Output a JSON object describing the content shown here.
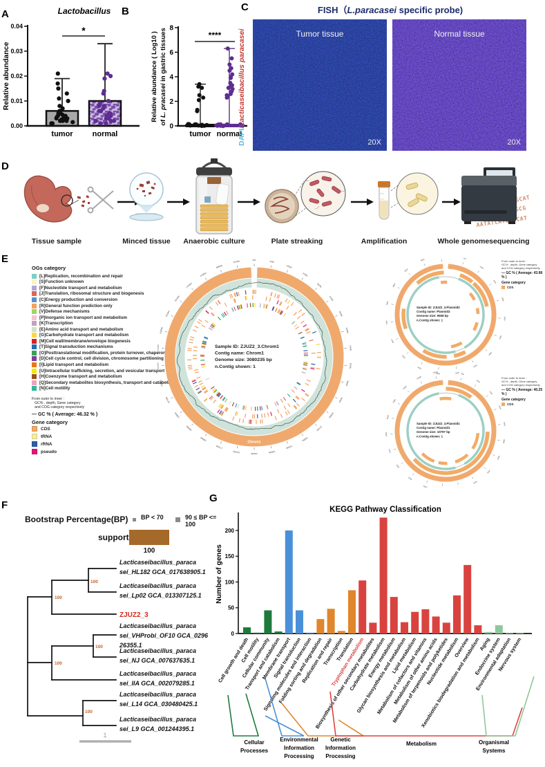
{
  "panel_a": {
    "label": "A"
  },
  "panel_b": {
    "label": "B"
  },
  "panel_c": {
    "label": "C",
    "title_prefix": "FISH（",
    "title_italic": "L.paracasei",
    "title_suffix": " specific probe)",
    "side_label_blue": "DAPI/",
    "side_label_red": "Lacticaseibacillus paracasei",
    "images": [
      {
        "caption": "Tumor tissue",
        "magnification": "20X"
      },
      {
        "caption": "Normal tissue",
        "magnification": "20X"
      }
    ]
  },
  "panel_d": {
    "label": "D",
    "steps": [
      "Tissue sample",
      "Minced tissue",
      "Anaerobic culture",
      "Plate streaking",
      "Amplification",
      "Whole genomesequencing"
    ],
    "dna_lines": [
      "ATATCATGCGCAT",
      "CAAATATCATGCG",
      "AATATCATGCGCAT"
    ]
  },
  "panel_e": {
    "label": "E",
    "cog_legend_title": "OGs category",
    "cog_items": [
      {
        "text": "[L]Replication, recombination and repair",
        "color": "#7ecfc4"
      },
      {
        "text": "[S]Function unknown",
        "color": "#f7f5c0"
      },
      {
        "text": "[F]Nucleotide transport and metabolism",
        "color": "#b3a5d3"
      },
      {
        "text": "[J]Translation, ribosomal structure and biogenesis",
        "color": "#e06357"
      },
      {
        "text": "[C]Energy production and conversion",
        "color": "#5b8fc9"
      },
      {
        "text": "[R]General function prediction only",
        "color": "#f2a25c"
      },
      {
        "text": "[V]Defense mechanisms",
        "color": "#a0d468"
      },
      {
        "text": "[P]Inorganic ion transport and metabolism",
        "color": "#f4c3d7"
      },
      {
        "text": "[K]Transcription",
        "color": "#c79fc0"
      },
      {
        "text": "[E]Amino acid transport and metabolism",
        "color": "#cde6c5"
      },
      {
        "text": "[G]Carbohydrate transport and metabolism",
        "color": "#f7d84b"
      },
      {
        "text": "[M]Cell wall/membrane/envelope biogenesis",
        "color": "#e01f1f"
      },
      {
        "text": "[T]Signal transduction mechanisms",
        "color": "#2a6bb5"
      },
      {
        "text": "[O]Posttranslational modification, protein turnover, chaperones",
        "color": "#36a353"
      },
      {
        "text": "[D]Cell cycle control, cell division, chromosome partitioning",
        "color": "#7d3f9c"
      },
      {
        "text": "[I]Lipid transport and metabolism",
        "color": "#e67817"
      },
      {
        "text": "[U]Intracellular trafficking, secretion, and vesicular transport",
        "color": "#f8e512"
      },
      {
        "text": "[H]Coenzyme transport and metabolism",
        "color": "#9a5220"
      },
      {
        "text": "[Q]Secondary metabolites biosynthesis, transport and catabolism",
        "color": "#f2a0bc"
      },
      {
        "text": "[N]Cell motility",
        "color": "#2fb89d"
      }
    ],
    "ring_note_lines": [
      "From outer to inner :",
      "GC% , depth, Gene category",
      "and COG category respectively"
    ],
    "gene_category_title": "Gene category",
    "gene_categories": [
      {
        "label": "CDS",
        "color": "#f4a963"
      },
      {
        "label": "tRNA",
        "color": "#f5eda0"
      },
      {
        "label": "rRNA",
        "color": "#2a5fa8"
      },
      {
        "label": "pseudo",
        "color": "#e0187a"
      }
    ],
    "chromosome": {
      "gc_line": "GC % ( Average: 46.32 % )",
      "center_lines": [
        "Sample ID:  ZJUZ2_3.Chrom1",
        "Contig name:  Chrom1",
        "Genome size:  3080235 bp",
        "n.Contig shown:  1"
      ],
      "ring_label": "Chrom1",
      "genome_size_bp": 3080235
    },
    "plasmid2": {
      "gc_line": "GC % ( Average: 43.98 % )",
      "center_lines": [
        "Sample ID:  ZJUZ2_3.Plasmid2",
        "Contig name:  Plasmid2",
        "Genome size:  9608 bp",
        "n.Contig shown:  1"
      ],
      "genome_size_bp": 9608
    },
    "plasmid1": {
      "gc_line": "GC % ( Average: 40.25 % )",
      "center_lines": [
        "Sample ID:  ZJUZ2_3.Plasmid1",
        "Contig name:  Plasmid1",
        "Genome size:  10797 bp",
        "n.Contig shown:  1"
      ],
      "genome_size_bp": 10797
    }
  },
  "panel_f": {
    "label": "F",
    "legend_title": "Bootstrap Percentage(BP)",
    "legend_items": [
      "BP < 70",
      "90 ≤ BP <= 100"
    ],
    "support_label": "support",
    "support_value": "100",
    "support_color": "#a5692a",
    "scale_label": "1",
    "node_labels": [
      "100",
      "100",
      "100",
      "100",
      "100"
    ],
    "tips": [
      {
        "lines": [
          "Lacticaseibacillus_paraca",
          "sei_HL182 GCA_017638905.1"
        ]
      },
      {
        "lines": [
          "Lacticaseibacillus_paraca",
          "sei_Lp02 GCA_013307125.1"
        ]
      },
      {
        "lines": [
          "ZJUZ2_3"
        ],
        "highlight": true
      },
      {
        "lines": [
          "Lacticaseibacillus_paraca",
          "sei_VHProbi_OF10 GCA_0296",
          "26355.1"
        ]
      },
      {
        "lines": [
          "Lacticaseibacillus_paraca",
          "sei_NJ GCA_007637635.1"
        ]
      },
      {
        "lines": [
          "Lacticaseibacillus_paraca",
          "sei_IIA GCA_002079285.1"
        ]
      },
      {
        "lines": [
          "Lacticaseibacillus_paraca",
          "sei_L14 GCA_030480425.1"
        ]
      },
      {
        "lines": [
          "Lacticaseibacillus_paraca",
          "sei_L9 GCA_001244395.1"
        ]
      }
    ]
  },
  "panel_g": {
    "label": "G"
  },
  "chart_data": [
    {
      "id": "panel_a",
      "type": "bar-scatter",
      "title": "Lactobacillus",
      "ylabel": "Relative abundance",
      "categories": [
        "tumor",
        "normal"
      ],
      "bar_means": [
        0.006,
        0.01
      ],
      "error_top": [
        0.019,
        0.033
      ],
      "significance": "*",
      "ylim": [
        0,
        0.04
      ],
      "yticks": [
        0,
        0.01,
        0.02,
        0.03,
        0.04
      ],
      "ytick_labels": [
        "0.00",
        "0.01",
        "0.02",
        "0.03",
        "0.04"
      ],
      "bar_fills": [
        "#a9a9a9",
        "#cdbce4"
      ],
      "dot_colors": [
        "#111111",
        "#5e2d91"
      ],
      "points_tumor": [
        0.001,
        0.001,
        0.0015,
        0.002,
        0.002,
        0.002,
        0.0025,
        0.003,
        0.003,
        0.003,
        0.0035,
        0.004,
        0.004,
        0.0045,
        0.005,
        0.005,
        0.006,
        0.007,
        0.008,
        0.01,
        0.011,
        0.013,
        0.015,
        0.017,
        0.021
      ],
      "points_normal": [
        0.001,
        0.001,
        0.002,
        0.002,
        0.002,
        0.003,
        0.003,
        0.003,
        0.004,
        0.004,
        0.005,
        0.005,
        0.006,
        0.006,
        0.007,
        0.008,
        0.008,
        0.009,
        0.01,
        0.013,
        0.014,
        0.019,
        0.02,
        0.021
      ]
    },
    {
      "id": "panel_b",
      "type": "scatter",
      "ylabel_line1": "Relative abundance ( Log10 )",
      "ylabel_line2_prefix": "of ",
      "ylabel_line2_italic": "L. pracasei",
      "ylabel_line2_suffix": " in gastric tissues",
      "categories": [
        "tumor",
        "normal"
      ],
      "significance": "****",
      "ylim": [
        0,
        8
      ],
      "yticks": [
        0,
        2,
        4,
        6,
        8
      ],
      "whisker_top": [
        3.4,
        6.3
      ],
      "dot_colors": [
        "#111111",
        "#5e2d91"
      ],
      "points_tumor": [
        0,
        0,
        0,
        0,
        0,
        0,
        0,
        0,
        0,
        0,
        0,
        0,
        0,
        0,
        1.2,
        1.3,
        2.1,
        2.3,
        2.5,
        3.1,
        3.2,
        3.4
      ],
      "points_normal": [
        0,
        0,
        0,
        0,
        0,
        0,
        0,
        0,
        0,
        0,
        0,
        0,
        2.3,
        2.4,
        2.5,
        2.6,
        2.8,
        3.0,
        3.1,
        3.1,
        3.2,
        3.3,
        3.5,
        3.9,
        4.0,
        4.2,
        4.5,
        4.7,
        5.0,
        5.5,
        6.3
      ]
    },
    {
      "id": "panel_g",
      "type": "bar",
      "title": "KEGG Pathway Classification",
      "ylabel": "Number of genes",
      "ylim": [
        0,
        230
      ],
      "yticks": [
        0,
        50,
        100,
        150,
        200
      ],
      "categories": [
        "Cell growth and death",
        "Cell motility",
        "Cellular community",
        "Transport and catabolism",
        "Membrane transport",
        "Signal transduction",
        "Signaling molecules and interaction",
        "Folding sorting and degradation",
        "Replication and repair",
        "Transcription",
        "Translation",
        "Tryptophan metabolism",
        "Biosynthesis of other secondary metabolites",
        "Carbohydrate metabolism",
        "Energy metabolism",
        "Glycan biosynthesis and metabolism",
        "Lipid metabolism",
        "Metabolism of cofactors and vitamins",
        "Metabolism of other amino acids",
        "Metabolism of terpenoids and polyketides",
        "Nucleotide metabolism",
        "Overview",
        "Xenobiotics biodegradation and metabolism",
        "Aging",
        "Endocrine system",
        "Environmental adaptation",
        "Nervous system"
      ],
      "values": [
        12,
        1,
        45,
        4,
        200,
        45,
        1,
        28,
        48,
        5,
        84,
        103,
        21,
        225,
        71,
        22,
        42,
        47,
        33,
        21,
        74,
        133,
        16,
        3,
        16,
        1,
        1
      ],
      "highlight_category": "Tryptophan metabolism",
      "highlight_color": "#d9433f",
      "groups": [
        {
          "name_lines": [
            "Cellular",
            "Processes"
          ],
          "color": "#1e7a3c",
          "from": 0,
          "to": 3
        },
        {
          "name_lines": [
            "Environmental",
            "Information",
            "Processing"
          ],
          "color": "#4a90d9",
          "from": 4,
          "to": 6
        },
        {
          "name_lines": [
            "Genetic",
            "Information",
            "Processing"
          ],
          "color": "#e0862c",
          "from": 7,
          "to": 10
        },
        {
          "name_lines": [
            "Metabolism"
          ],
          "color": "#d9433f",
          "from": 11,
          "to": 22
        },
        {
          "name_lines": [
            "Organismal",
            "Systems"
          ],
          "color": "#8fc79a",
          "from": 23,
          "to": 26
        }
      ]
    }
  ]
}
